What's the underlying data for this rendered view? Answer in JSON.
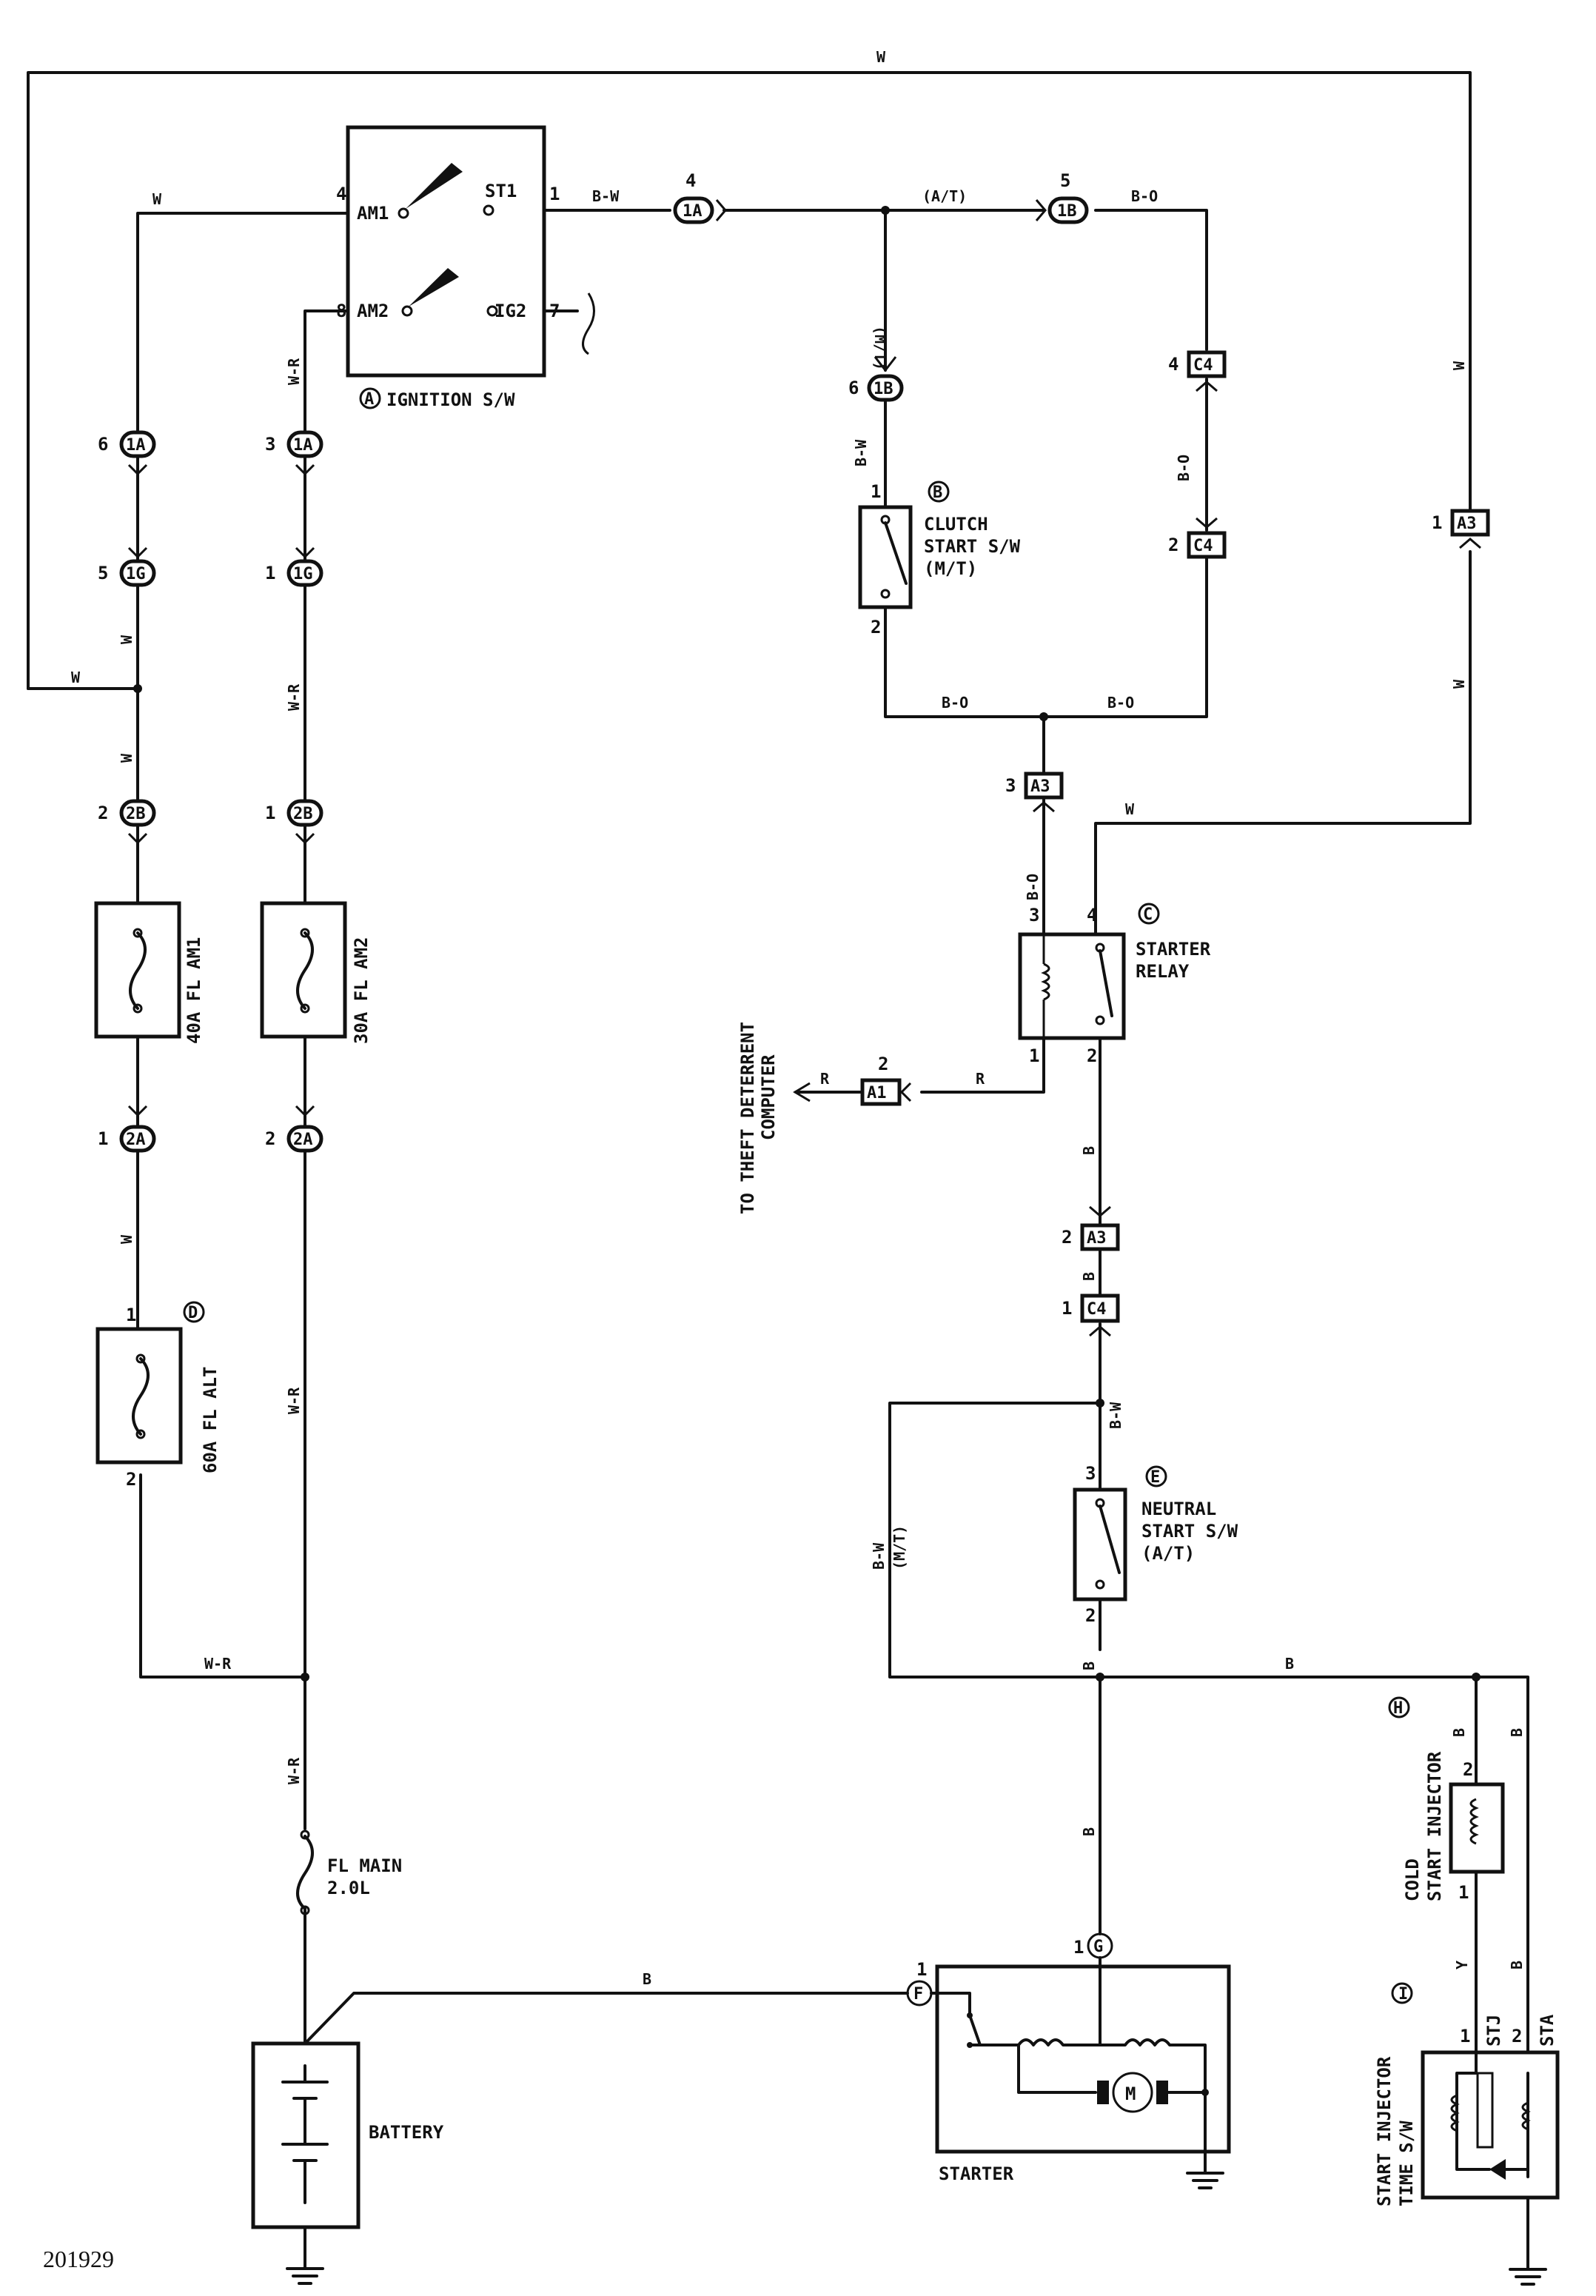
{
  "figure_id": "201929",
  "components": {
    "ignition": {
      "letter": "A",
      "name": "IGNITION S/W",
      "pins": {
        "am1": "AM1",
        "st1": "ST1",
        "am2": "AM2",
        "ig2": "IG2"
      }
    },
    "clutch": {
      "letter": "B",
      "line1": "CLUTCH",
      "line2": "START S/W",
      "line3": "(M/T)"
    },
    "starter_relay": {
      "letter": "C",
      "line1": "STARTER",
      "line2": "RELAY"
    },
    "fusible_alt": {
      "letter": "D",
      "name": "60A FL ALT"
    },
    "neutral": {
      "letter": "E",
      "line1": "NEUTRAL",
      "line2": "START S/W",
      "line3": "(A/T)"
    },
    "connector_f": {
      "letter": "F"
    },
    "connector_g": {
      "letter": "G"
    },
    "cold_start": {
      "letter": "H",
      "line1": "COLD",
      "line2": "START INJECTOR"
    },
    "time_switch": {
      "letter": "I",
      "line1": "START INJECTOR",
      "line2": "TIME S/W",
      "pin_stj": "STJ",
      "pin_sta": "STA"
    },
    "fuse_am1": {
      "name": "40A FL AM1"
    },
    "fuse_am2": {
      "name": "30A FL AM2"
    },
    "fl_main": {
      "line1": "FL MAIN",
      "line2": "2.0L"
    },
    "battery": {
      "name": "BATTERY"
    },
    "starter": {
      "name": "STARTER",
      "motor": "M"
    },
    "theft": {
      "line1": "TO THEFT DETERRENT",
      "line2": "COMPUTER"
    }
  },
  "connectors": {
    "c1A": "1A",
    "c1B": "1B",
    "c1G": "1G",
    "c2B": "2B",
    "c2A": "2A",
    "cA3": "A3",
    "cC4": "C4",
    "cA1": "A1"
  },
  "wire_colors": {
    "w": "W",
    "bw": "B-W",
    "wr": "W-R",
    "b": "B",
    "bo": "B-O",
    "r": "R",
    "y": "Y",
    "at": "(A/T)",
    "mt": "(M/T)"
  },
  "pin_numbers": {
    "p1": "1",
    "p2": "2",
    "p3": "3",
    "p4": "4",
    "p5": "5",
    "p6": "6",
    "p7": "7",
    "p8": "8"
  }
}
